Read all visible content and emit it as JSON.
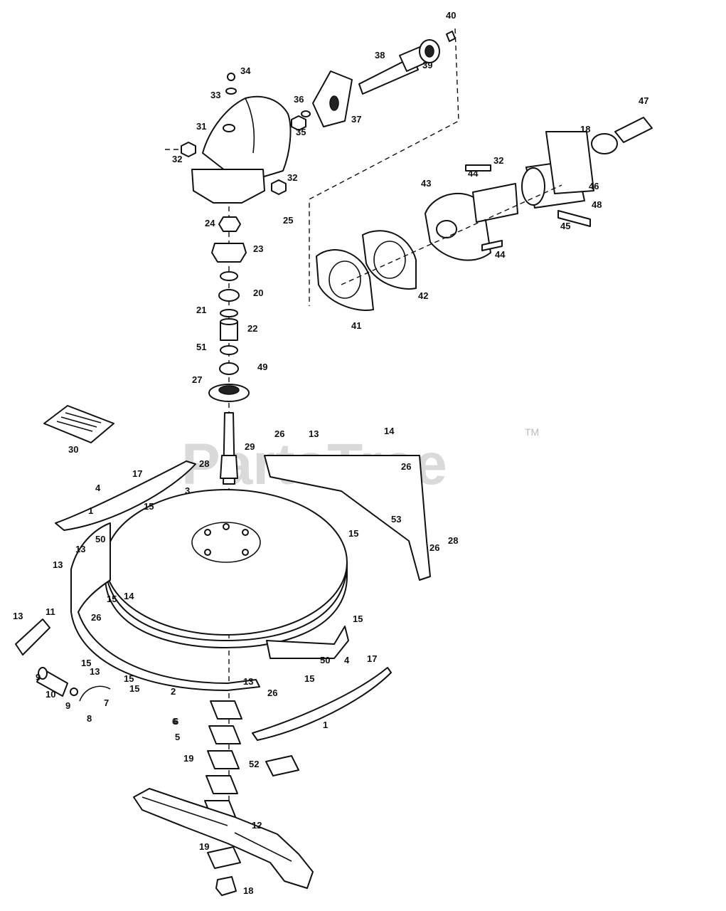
{
  "watermark": {
    "text": "PartsTree",
    "trademark": "TM"
  },
  "callouts": [
    "40",
    "38",
    "39",
    "34",
    "33",
    "36",
    "37",
    "31",
    "35",
    "47",
    "18",
    "32",
    "32",
    "32",
    "44",
    "43",
    "46",
    "48",
    "45",
    "24",
    "25",
    "23",
    "42",
    "44",
    "20",
    "21",
    "22",
    "41",
    "51",
    "49",
    "27",
    "14",
    "26",
    "13",
    "29",
    "30",
    "28",
    "26",
    "17",
    "4",
    "3",
    "15",
    "1",
    "15",
    "53",
    "50",
    "26",
    "13",
    "28",
    "13",
    "26",
    "15",
    "14",
    "15",
    "13",
    "11",
    "15",
    "50",
    "9",
    "15",
    "13",
    "17",
    "4",
    "10",
    "6",
    "15",
    "15",
    "9",
    "7",
    "2",
    "13",
    "26",
    "8",
    "1",
    "6",
    "5",
    "19",
    "52",
    "12",
    "19",
    "18"
  ]
}
